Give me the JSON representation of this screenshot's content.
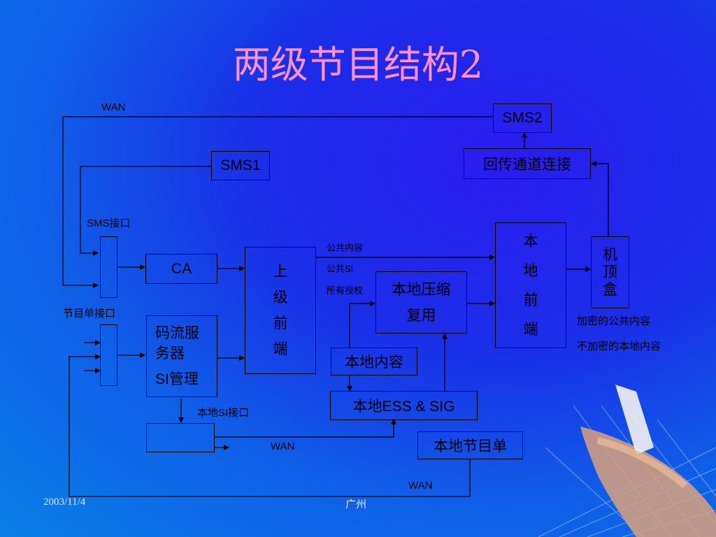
{
  "title": "两级节目结构2",
  "boxes": {
    "sms2": "SMS2",
    "feedback": "回传通道连接",
    "sms1": "SMS1",
    "ca": "CA",
    "upper_frontend": [
      "上",
      "级",
      "前",
      "端"
    ],
    "compress": [
      "本地压缩",
      "复用"
    ],
    "local_frontend": [
      "本",
      "地",
      "前",
      "端"
    ],
    "stb": [
      "机",
      "顶",
      "盒"
    ],
    "stream_server": [
      "码流服",
      "务器",
      "SI管理"
    ],
    "local_content": "本地内容",
    "ess_sig": "本地ESS & SIG",
    "local_program_list": "本地节目单"
  },
  "labels": {
    "wan_top": "WAN",
    "sms_interface": "SMS接口",
    "program_list_interface": "节目单接口",
    "public_content": "公共内容",
    "public_si": "公共SI",
    "all_auth": "所有授权",
    "encrypted_public": "加密的公共内容",
    "unencrypted_local": "不加密的本地内容",
    "local_si_interface": "本地SI接口",
    "wan_mid": "WAN",
    "wan_bottom": "WAN"
  },
  "footer": {
    "date": "2003/11/4",
    "location": "广州"
  }
}
